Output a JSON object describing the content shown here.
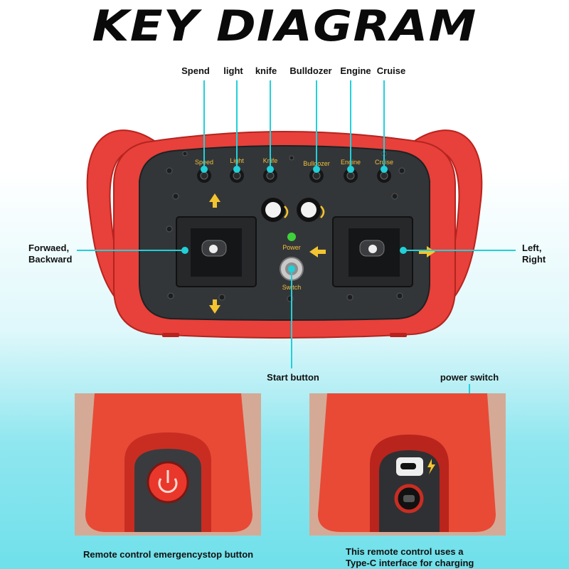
{
  "title": "KEY DIAGRAM",
  "top_labels": [
    {
      "id": "spend",
      "text": "Spend"
    },
    {
      "id": "light",
      "text": "light"
    },
    {
      "id": "knife",
      "text": "knife"
    },
    {
      "id": "bulldozer",
      "text": "Bulldozer"
    },
    {
      "id": "engine",
      "text": "Engine"
    },
    {
      "id": "cruise",
      "text": "Cruise"
    }
  ],
  "side_labels": {
    "left_line1": "Forwaed,",
    "left_line2": "Backward",
    "right_line1": "Left,",
    "right_line2": "Right"
  },
  "bottom_labels": {
    "start_button": "Start button",
    "power_switch": "power switch"
  },
  "panel_text": {
    "speed": "Speed",
    "light": "Light",
    "knife": "Knife",
    "bulldozer": "Bulldozer",
    "engine": "Engine",
    "cruise": "Cruise",
    "power": "Power",
    "switch": "Switch"
  },
  "captions": {
    "left": "Remote control emergencystop button",
    "right_line1": "This remote control uses a",
    "right_line2": "Type-C interface for charging"
  },
  "colors": {
    "leader_line": "#22d0d8",
    "housing_red": "#e8403a",
    "panel_dark": "#333639",
    "arrow_yellow": "#f4c430",
    "status_green": "#3fd13a"
  }
}
